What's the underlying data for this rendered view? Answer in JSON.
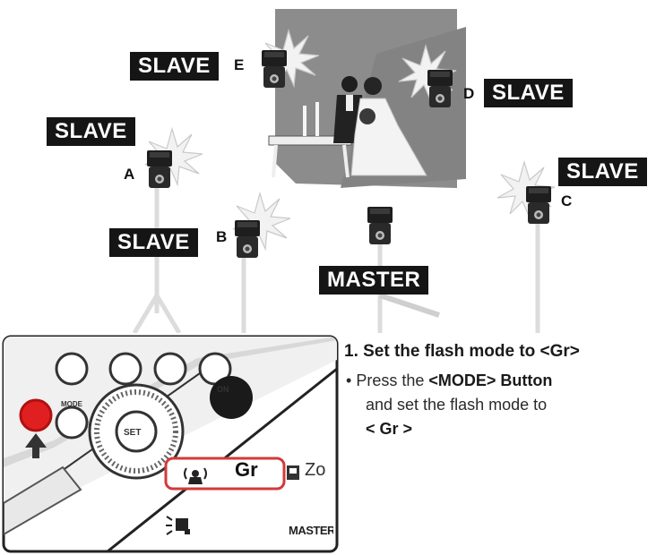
{
  "scene": {
    "units": [
      {
        "letter": "A",
        "role": "SLAVE"
      },
      {
        "letter": "B",
        "role": "SLAVE"
      },
      {
        "letter": "C",
        "role": "SLAVE"
      },
      {
        "letter": "D",
        "role": "SLAVE"
      },
      {
        "letter": "E",
        "role": "SLAVE"
      }
    ],
    "master_label": "MASTER"
  },
  "panel": {
    "mode_label": "MODE",
    "set_label": "SET",
    "on_label": "ON",
    "group_mode": "Gr",
    "zoom_fragment": "Zo",
    "master_fragment": "MASTER"
  },
  "instructions": {
    "step_title": "1. Set the flash mode to <Gr>",
    "bullet_prefix": "Press the ",
    "bullet_button": "<MODE> Button",
    "bullet_line2": "and set the flash mode to",
    "bullet_line3": "< Gr >"
  },
  "colors": {
    "accent_red": "#e02020",
    "highlight_red": "#d23a3a",
    "label_bg": "#151515"
  }
}
